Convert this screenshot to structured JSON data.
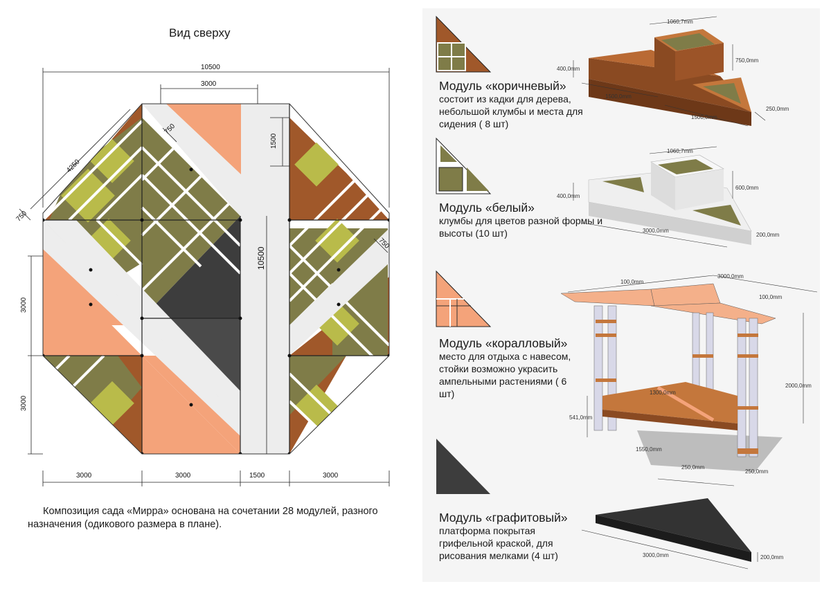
{
  "plan": {
    "title": "Вид сверху",
    "dims": {
      "top_total": "10500",
      "top_partial": "3000",
      "diag_side": "4250",
      "diag_small_left": "750",
      "diag_small_top": "750",
      "vert_small": "1500",
      "diag_small_right": "750",
      "vertical_total": "10500",
      "left_upper": "3000",
      "left_lower": "3000",
      "bottom_1": "3000",
      "bottom_2": "3000",
      "bottom_3": "1500",
      "bottom_4": "3000"
    },
    "caption": "Композиция сада «Мирра» основана на сочетании 28 модулей, разного назначения (одикового размера в плане)."
  },
  "modules": [
    {
      "title": "Модуль «коричневый»",
      "desc": "состоит из кадки для дерева, небольшой клумбы и места для сидения ( 8 шт)",
      "dims": [
        "1060,7mm",
        "400,0mm",
        "750,0mm",
        "1500,0mm",
        "1500,0mm",
        "250,0mm"
      ]
    },
    {
      "title": "Модуль «белый»",
      "desc": "клумбы для цветов разной формы и высоты (10 шт)",
      "dims": [
        "1060,7mm",
        "400,0mm",
        "600,0mm",
        "3000,0mm",
        "200,0mm"
      ]
    },
    {
      "title": "Модуль «коралловый»",
      "desc": "место для отдыха с навесом, стойки возможно украсить ампельными растениями ( 6 шт)",
      "dims": [
        "3000,0mm",
        "100,0mm",
        "100,0mm",
        "2000,0mm",
        "1300,0mm",
        "541,0mm",
        "1550,0mm",
        "250,0mm",
        "250,0mm"
      ]
    },
    {
      "title": "Модуль «графитовый»",
      "desc": "платформа покрытая грифельной краской, для рисования мелками (4 шт)",
      "dims": [
        "3000,0mm",
        "200,0mm"
      ]
    }
  ],
  "colors": {
    "brown": "#a0582a",
    "olive": "#7f7c48",
    "lime": "#b9bb4a",
    "coral": "#f4a37a",
    "graphite": "#3d3d3d",
    "path": "#ededed"
  }
}
